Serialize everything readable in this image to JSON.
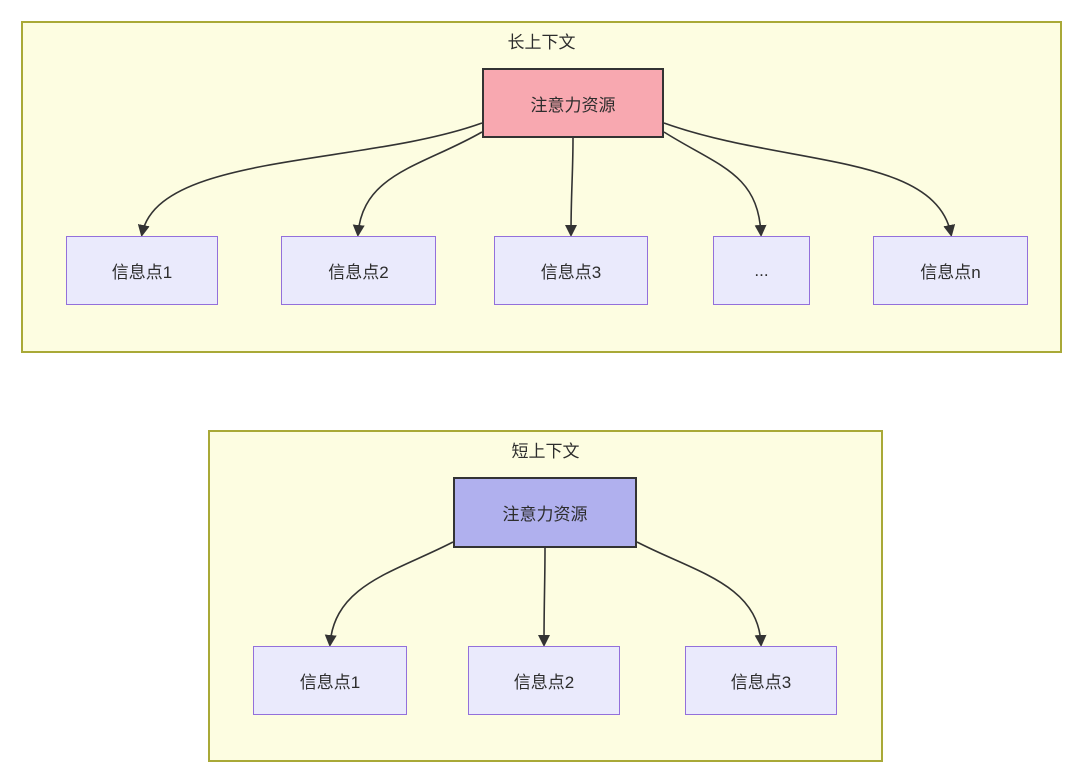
{
  "colors": {
    "panel_bg": "#fdfde1",
    "panel_border": "#a9a937",
    "long_source_fill": "#f8a8b0",
    "short_source_fill": "#b0b0ee",
    "node_fill": "#eaeafc",
    "node_border": "#9370db",
    "edge_color": "#333333",
    "text_color": "#2d2d2d"
  },
  "long_context": {
    "title": "长上下文",
    "source": {
      "label": "注意力资源"
    },
    "targets": [
      {
        "label": "信息点1"
      },
      {
        "label": "信息点2"
      },
      {
        "label": "信息点3"
      },
      {
        "label": "..."
      },
      {
        "label": "信息点n"
      }
    ]
  },
  "short_context": {
    "title": "短上下文",
    "source": {
      "label": "注意力资源"
    },
    "targets": [
      {
        "label": "信息点1"
      },
      {
        "label": "信息点2"
      },
      {
        "label": "信息点3"
      }
    ]
  }
}
